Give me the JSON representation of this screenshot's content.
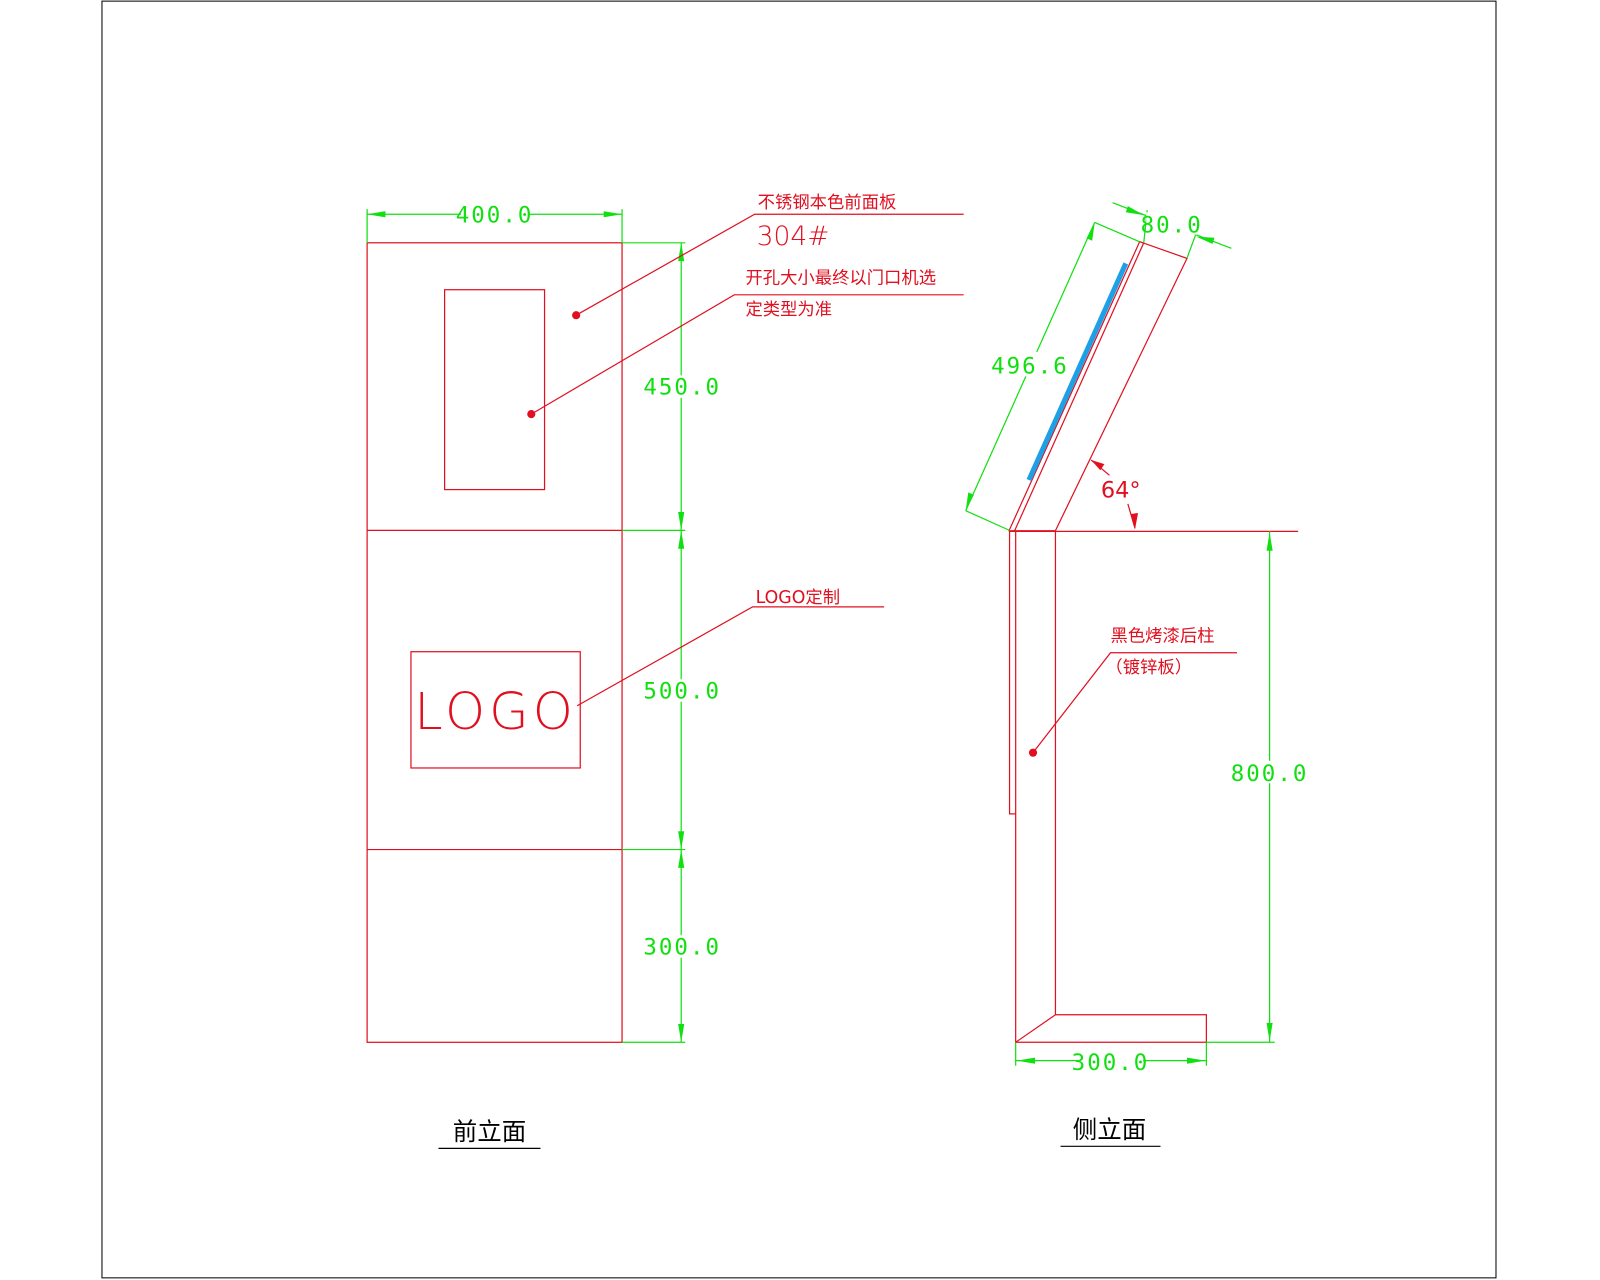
{
  "colors": {
    "outline": "#e01020",
    "dimension": "#10e010",
    "screen": "#1ea0e6",
    "frame": "#000000"
  },
  "front_view": {
    "title": "前立面",
    "dims": {
      "width": "400.0",
      "top": "450.0",
      "middle": "500.0",
      "bottom": "300.0"
    },
    "logo_text": "LOGO",
    "notes": {
      "panel_line1": "不锈钢本色前面板",
      "panel_line2": "304#",
      "cutout_line1": "开孔大小最终以门口机选",
      "cutout_line2": "定类型为准",
      "logo_note": "LOGO定制"
    }
  },
  "side_view": {
    "title": "侧立面",
    "dims": {
      "panel_length": "496.6",
      "panel_depth": "80.0",
      "angle": "64°",
      "height": "800.0",
      "base": "300.0"
    },
    "notes": {
      "post_line1": "黑色烤漆后柱",
      "post_line2": "（镀锌板）"
    }
  }
}
